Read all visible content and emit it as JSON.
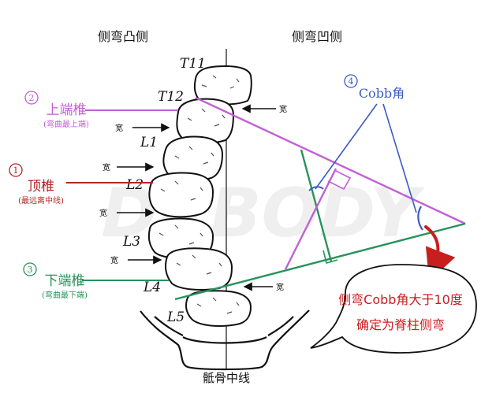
{
  "header": {
    "convex_side": "侧弯凸侧",
    "concave_side": "侧弯凹侧"
  },
  "footer": {
    "sacral_midline": "骶骨中线"
  },
  "vertebrae": {
    "t11": "T11",
    "t12": "T12",
    "l1": "L1",
    "l2": "L2",
    "l3": "L3",
    "l4": "L4",
    "l5": "L5"
  },
  "callouts": {
    "upper": {
      "number": "2",
      "title": "上端椎",
      "sub": "(弯曲最上端)",
      "color": "#c25ed6"
    },
    "apex": {
      "number": "1",
      "title": "顶椎",
      "sub": "(最远离中线)",
      "color": "#b32424"
    },
    "lower": {
      "number": "3",
      "title": "下端椎",
      "sub": "(弯曲最下端)",
      "color": "#27935a"
    },
    "cobb": {
      "number": "4",
      "title": "Cobb角",
      "color": "#3b5bc4"
    }
  },
  "width_label": "宽",
  "note": {
    "line1": "侧弯Cobb角大于10度",
    "line2": "确定为脊柱侧弯",
    "color": "#c81e1e"
  },
  "watermark": "DRBODY",
  "colors": {
    "purple": "#c25ed6",
    "green": "#27935a",
    "blue": "#3b5bc4",
    "red": "#c81e1e",
    "dark_red": "#b32424"
  }
}
